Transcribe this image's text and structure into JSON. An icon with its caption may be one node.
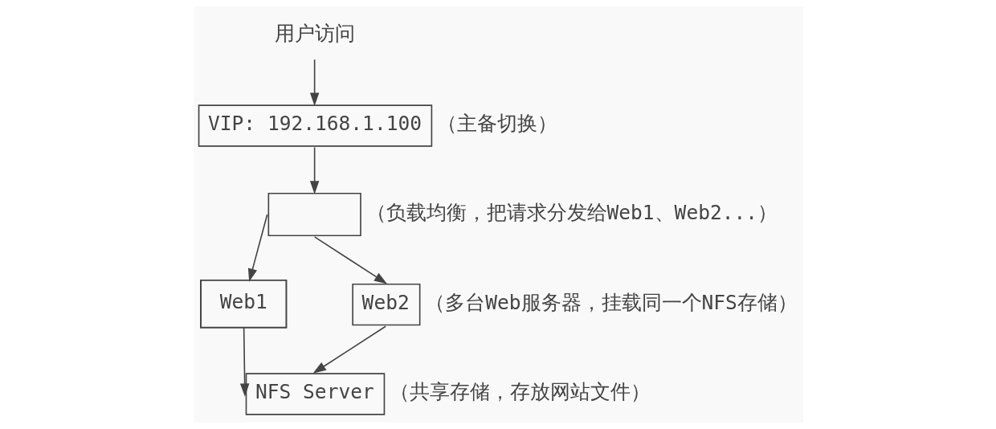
{
  "diagram": {
    "nodes": [
      {
        "text": [
          "用户访问"
        ]
      },
      {
        "text": [
          "VIP: 192.168.1.100"
        ],
        "beside": [
          "（主备切换）"
        ]
      },
      {
        "text": [],
        "shape": "box",
        "beside": [
          "（负载均衡，把请求分发给Web1、Web2...）"
        ]
      },
      {
        "text": [
          "Web1"
        ]
      },
      {
        "text": [
          "Web2"
        ],
        "beside": [
          "（多台Web服务器，挂载同一个NFS存储）"
        ]
      },
      {
        "text": [
          "NFS Server"
        ],
        "beside": [
          "（共享存储，存放网站文件）"
        ]
      }
    ],
    "edges": [
      {
        "from": 0,
        "to": 1,
        "arrow": "to"
      },
      {
        "from": 1,
        "to": 2,
        "arrow": "to"
      },
      {
        "from": 2,
        "to": 3,
        "arrow": "to"
      },
      {
        "from": 2,
        "to": 4,
        "arrow": "to"
      },
      {
        "from": 3,
        "to": 5,
        "arrow": "to"
      },
      {
        "from": 4,
        "to": 5,
        "arrow": "to"
      }
    ]
  }
}
